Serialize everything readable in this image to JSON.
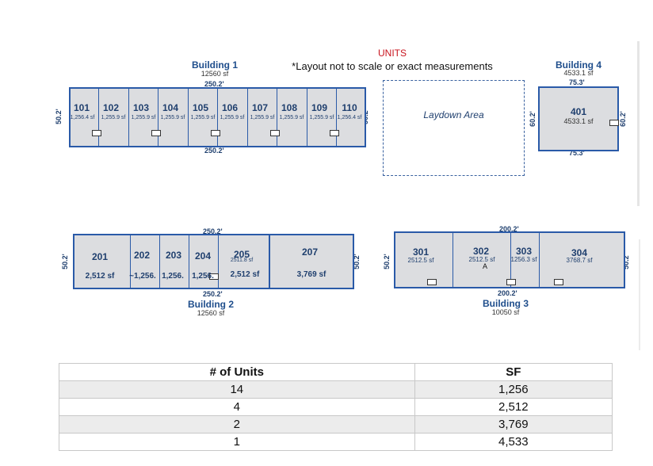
{
  "header": {
    "title": "UNITS",
    "note": "*Layout not to scale or exact measurements"
  },
  "building1": {
    "name": "Building 1",
    "sf": "12560 sf",
    "dim_top": "250.2'",
    "dim_bottom": "250.2'",
    "dim_left": "50.2'",
    "dim_right": "50.2'",
    "units": [
      {
        "num": "101",
        "sf": "1,256.4 sf"
      },
      {
        "num": "102",
        "sf": "1,255.9 sf"
      },
      {
        "num": "103",
        "sf": "1,255.9 sf"
      },
      {
        "num": "104",
        "sf": "1,255.9 sf"
      },
      {
        "num": "105",
        "sf": "1,255.9 sf"
      },
      {
        "num": "106",
        "sf": "1,255.9 sf"
      },
      {
        "num": "107",
        "sf": "1,255.9 sf"
      },
      {
        "num": "108",
        "sf": "1,255.9 sf"
      },
      {
        "num": "109",
        "sf": "1,255.9 sf"
      },
      {
        "num": "110",
        "sf": "1,256.4 sf"
      }
    ]
  },
  "laydown": {
    "label": "Laydown Area"
  },
  "building4": {
    "name": "Building 4",
    "sf": "4533.1 sf",
    "dim_top": "75.3'",
    "dim_bottom": "75.3'",
    "dim_left": "60.2'",
    "dim_right": "60.2'",
    "unit_num": "401",
    "unit_sf": "4533.1 sf"
  },
  "building2": {
    "name": "Building 2",
    "sf": "12560 sf",
    "dim_top": "250.2'",
    "dim_bottom": "250.2'",
    "dim_left": "50.2'",
    "dim_right": "50.2'",
    "units": [
      {
        "num": "201",
        "sf": "2,512 sf"
      },
      {
        "num": "202",
        "sf": "~1,256."
      },
      {
        "num": "203",
        "sf": "1,256."
      },
      {
        "num": "204",
        "sf": "1,256."
      },
      {
        "num": "205",
        "sf_small": "2511.8 sf",
        "sf": "2,512 sf"
      },
      {
        "num": "207",
        "sf": "3,769 sf"
      }
    ]
  },
  "building3": {
    "name": "Building 3",
    "sf": "10050 sf",
    "dim_top": "200.2'",
    "dim_bottom": "200.2'",
    "dim_left": "50.2'",
    "dim_right": "50.2'",
    "marker": "A",
    "units": [
      {
        "num": "301",
        "sf": "2512.5 sf"
      },
      {
        "num": "302",
        "sf": "2512.5 sf"
      },
      {
        "num": "303",
        "sf": "1256.3 sf"
      },
      {
        "num": "304",
        "sf": "3768.7 sf"
      }
    ]
  },
  "summary_table": {
    "headers": [
      "# of Units",
      "SF"
    ],
    "rows": [
      [
        "14",
        "1,256"
      ],
      [
        "4",
        "2,512"
      ],
      [
        "2",
        "3,769"
      ],
      [
        "1",
        "4,533"
      ]
    ]
  }
}
